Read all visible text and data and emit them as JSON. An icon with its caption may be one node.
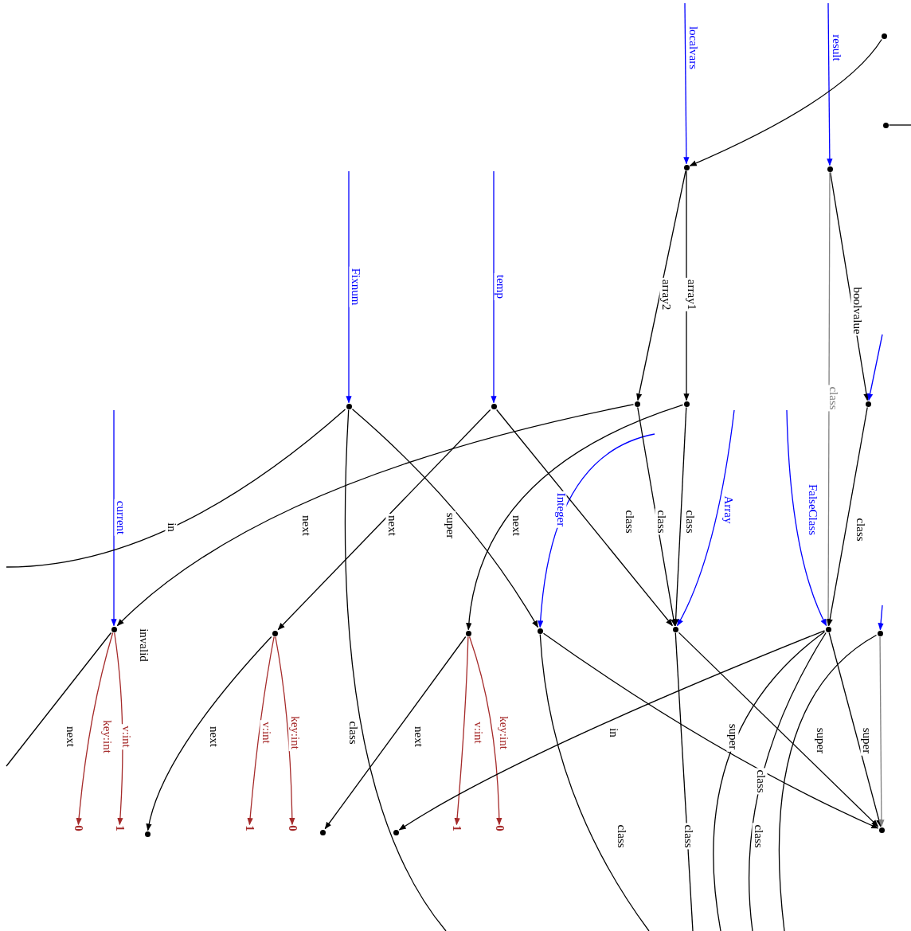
{
  "diagram": {
    "nodes": [
      {
        "text": [],
        "shape": "circle"
      },
      {
        "text": [],
        "shape": "circle"
      },
      {
        "text": [],
        "shape": "circle"
      },
      {
        "text": [],
        "shape": "circle"
      },
      {
        "text": [],
        "shape": "circle"
      },
      {
        "text": [],
        "shape": "circle"
      },
      {
        "text": [],
        "shape": "circle"
      },
      {
        "text": [],
        "shape": "circle"
      },
      {
        "text": [],
        "shape": "circle"
      },
      {
        "text": [],
        "shape": "circle"
      },
      {
        "text": [],
        "shape": "circle"
      },
      {
        "text": [],
        "shape": "circle"
      },
      {
        "text": [],
        "shape": "circle"
      },
      {
        "text": [],
        "shape": "circle"
      },
      {
        "text": [],
        "shape": "circle"
      },
      {
        "text": [],
        "shape": "circle"
      },
      {
        "text": [
          "0"
        ]
      },
      {
        "text": [
          "1"
        ]
      },
      {
        "text": [],
        "shape": "circle"
      },
      {
        "text": [
          "1"
        ]
      },
      {
        "text": [
          "0"
        ]
      },
      {
        "text": [],
        "shape": "circle"
      },
      {
        "text": [],
        "shape": "circle"
      },
      {
        "text": [
          "1"
        ]
      },
      {
        "text": [
          "0"
        ]
      },
      {
        "text": [],
        "shape": "circle"
      }
    ],
    "edges": [
      {
        "from": null,
        "to": 3,
        "arrow": "to",
        "label": "result",
        "color": "#0000ff"
      },
      {
        "from": null,
        "to": 2,
        "arrow": "to",
        "label": "localvars",
        "color": "#0000ff"
      },
      {
        "from": 0,
        "to": 2,
        "arrow": "to"
      },
      {
        "from": 1,
        "to": null,
        "arrow": "none"
      },
      {
        "from": 3,
        "to": 8,
        "arrow": "to",
        "label": "boolvalue"
      },
      {
        "from": 3,
        "to": 14,
        "arrow": "to",
        "label": "class",
        "color": "#808080"
      },
      {
        "from": 2,
        "to": 7,
        "arrow": "to",
        "label": "array1"
      },
      {
        "from": 2,
        "to": 6,
        "arrow": "to",
        "label": "array2"
      },
      {
        "from": null,
        "to": 8,
        "arrow": "to",
        "color": "#0000ff"
      },
      {
        "from": null,
        "to": 4,
        "arrow": "to",
        "label": "Fixnum",
        "color": "#0000ff"
      },
      {
        "from": null,
        "to": 5,
        "arrow": "to",
        "label": "temp",
        "color": "#0000ff"
      },
      {
        "from": null,
        "to": 12,
        "arrow": "to",
        "label": "Integer",
        "color": "#0000ff"
      },
      {
        "from": null,
        "to": 13,
        "arrow": "to",
        "label": "Array",
        "color": "#0000ff"
      },
      {
        "from": null,
        "to": 14,
        "arrow": "to",
        "label": "FalseClass",
        "color": "#0000ff"
      },
      {
        "from": null,
        "to": 9,
        "arrow": "to",
        "label": "current",
        "color": "#0000ff"
      },
      {
        "from": null,
        "to": 15,
        "arrow": "to",
        "color": "#0000ff"
      },
      {
        "from": 8,
        "to": 14,
        "arrow": "to",
        "label": "class"
      },
      {
        "from": 7,
        "to": 13,
        "arrow": "to",
        "label": "class"
      },
      {
        "from": 6,
        "to": 13,
        "arrow": "to",
        "label": "class"
      },
      {
        "from": 5,
        "to": 13,
        "arrow": "to",
        "label": "class"
      },
      {
        "from": 5,
        "to": 10,
        "arrow": "to",
        "label": "next"
      },
      {
        "from": 4,
        "to": 12,
        "arrow": "to",
        "label": "super"
      },
      {
        "from": 7,
        "to": 11,
        "arrow": "to",
        "label": "next"
      },
      {
        "from": 6,
        "to": 9,
        "arrow": "to",
        "label": "next"
      },
      {
        "from": 4,
        "to": null,
        "arrow": "none",
        "label": "in"
      },
      {
        "from": 4,
        "to": null,
        "arrow": "none",
        "label": "class"
      },
      {
        "from": 9,
        "to": 16,
        "arrow": "to",
        "label": "key:int",
        "color": "#a52a2a"
      },
      {
        "from": 9,
        "to": 17,
        "arrow": "to",
        "label": "v:int",
        "color": "#a52a2a"
      },
      {
        "from": 10,
        "to": 20,
        "arrow": "to",
        "label": "key:int",
        "color": "#a52a2a"
      },
      {
        "from": 10,
        "to": 19,
        "arrow": "to",
        "label": "v:int",
        "color": "#a52a2a"
      },
      {
        "from": 11,
        "to": 24,
        "arrow": "to",
        "label": "key:int",
        "color": "#a52a2a"
      },
      {
        "from": 11,
        "to": 23,
        "arrow": "to",
        "label": "v:int",
        "color": "#a52a2a"
      },
      {
        "from": 9,
        "to": null,
        "arrow": "none",
        "label": "next"
      },
      {
        "from": 10,
        "to": 18,
        "arrow": "to",
        "label": "next"
      },
      {
        "from": 11,
        "to": 21,
        "arrow": "to",
        "label": "next"
      },
      {
        "from": 14,
        "to": 22,
        "arrow": "to",
        "label": "in"
      },
      {
        "from": 12,
        "to": 25,
        "arrow": "to"
      },
      {
        "from": 13,
        "to": 25,
        "arrow": "to",
        "label": "super"
      },
      {
        "from": 14,
        "to": 25,
        "arrow": "to",
        "label": "super"
      },
      {
        "from": 15,
        "to": 25,
        "arrow": "to",
        "color": "#808080"
      },
      {
        "from": 12,
        "to": null,
        "arrow": "none",
        "label": "class"
      },
      {
        "from": 13,
        "to": null,
        "arrow": "none",
        "label": "class"
      },
      {
        "from": 14,
        "to": null,
        "arrow": "none",
        "label": "super"
      },
      {
        "from": 14,
        "to": null,
        "arrow": "none",
        "label": "class"
      },
      {
        "from": 15,
        "to": null,
        "arrow": "none",
        "label": "class"
      }
    ],
    "labels": [
      "invalid"
    ]
  }
}
